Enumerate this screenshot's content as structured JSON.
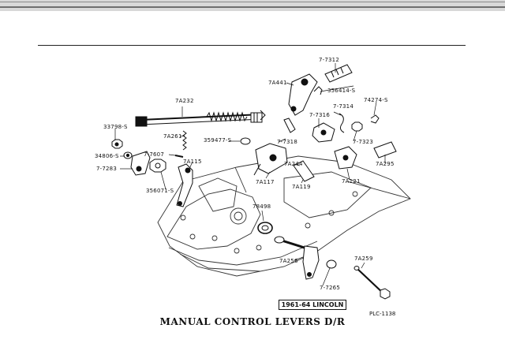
{
  "caption": "MANUAL CONTROL LEVERS D/R",
  "model_box": "1961-64 LINCOLN",
  "plate_id": "PLC-1138",
  "parts": [
    {
      "id": "p1",
      "text": "7-7312"
    },
    {
      "id": "p2",
      "text": "7A441"
    },
    {
      "id": "p3",
      "text": "356414-S"
    },
    {
      "id": "p4",
      "text": "74274-S"
    },
    {
      "id": "p5",
      "text": "7A232"
    },
    {
      "id": "p6",
      "text": "7-7314"
    },
    {
      "id": "p7",
      "text": "7-7316"
    },
    {
      "id": "p8",
      "text": "33798-S"
    },
    {
      "id": "p9",
      "text": "7A261"
    },
    {
      "id": "p10",
      "text": "359477-S"
    },
    {
      "id": "p11",
      "text": "7-7323"
    },
    {
      "id": "p12",
      "text": "7-7318"
    },
    {
      "id": "p13",
      "text": "34806-S"
    },
    {
      "id": "p14",
      "text": "7-7607"
    },
    {
      "id": "p15",
      "text": "7A115"
    },
    {
      "id": "p16",
      "text": "7A244"
    },
    {
      "id": "p17",
      "text": "7A295"
    },
    {
      "id": "p18",
      "text": "7-7283"
    },
    {
      "id": "p19",
      "text": "7A117"
    },
    {
      "id": "p20",
      "text": "7A119"
    },
    {
      "id": "p21",
      "text": "7A121"
    },
    {
      "id": "p22",
      "text": "356071-S"
    },
    {
      "id": "p23",
      "text": "78498"
    },
    {
      "id": "p24",
      "text": "7A259"
    },
    {
      "id": "p25",
      "text": "7A256"
    },
    {
      "id": "p26",
      "text": "7-7265"
    }
  ]
}
